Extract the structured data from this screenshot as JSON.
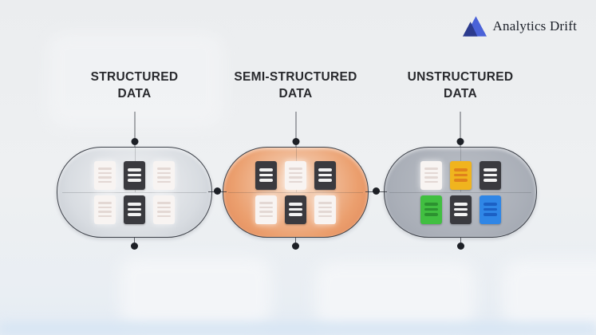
{
  "logo": {
    "text": "Analytics Drift",
    "icon": "analytics-drift-triangle-logo",
    "colors": {
      "triangle_dark": "#2c3b8e",
      "triangle_light": "#4a62d8",
      "text": "#1c2029"
    }
  },
  "diagram": {
    "nodes": [
      {
        "id": "structured-data",
        "label": "STRUCTURED DATA",
        "label_lines": [
          "STRUCTURED",
          "DATA"
        ],
        "shape": "pill",
        "fill_style": "silver",
        "fill_colors": {
          "center": "#f2f3f5",
          "mid": "#d8dce1",
          "edge": "#a6acb6"
        },
        "documents": [
          [
            "white",
            "dark",
            "white"
          ],
          [
            "white",
            "dark",
            "white"
          ]
        ]
      },
      {
        "id": "semi-structured-data",
        "label": "SEMI-STRUCTURED DATA",
        "label_lines": [
          "SEMI-STRUCTURED",
          "DATA"
        ],
        "shape": "pill",
        "fill_style": "orange",
        "fill_colors": {
          "center": "#f7ddc9",
          "mid": "#eb9f6e",
          "edge": "#d2673c"
        },
        "documents": [
          [
            "dark",
            "white",
            "dark"
          ],
          [
            "white",
            "dark",
            "white"
          ]
        ]
      },
      {
        "id": "unstructured-data",
        "label": "UNSTRUCTURED DATA",
        "label_lines": [
          "UNSTRUCTURED",
          "DATA"
        ],
        "shape": "pill",
        "fill_style": "gray",
        "fill_colors": {
          "center": "#bcc0c7",
          "mid": "#aaafb8",
          "edge": "#9097a2"
        },
        "documents": [
          [
            "white",
            "yellow",
            "dark"
          ],
          [
            "green",
            "dark",
            "blue"
          ]
        ]
      }
    ],
    "document_colors": {
      "white": {
        "bg": "#f8f4f2",
        "lines": "#e3d8d4"
      },
      "dark": {
        "bg": "#3a3a3f",
        "lines": "#f2f2f2"
      },
      "yellow": {
        "bg": "#f0b41e",
        "lines": "#e0821c"
      },
      "green": {
        "bg": "#41bf41",
        "lines": "#2c9230"
      },
      "blue": {
        "bg": "#2f86e6",
        "lines": "#1b60c4"
      }
    },
    "connector_color": "#1d2026",
    "text_color": "#28292d"
  }
}
